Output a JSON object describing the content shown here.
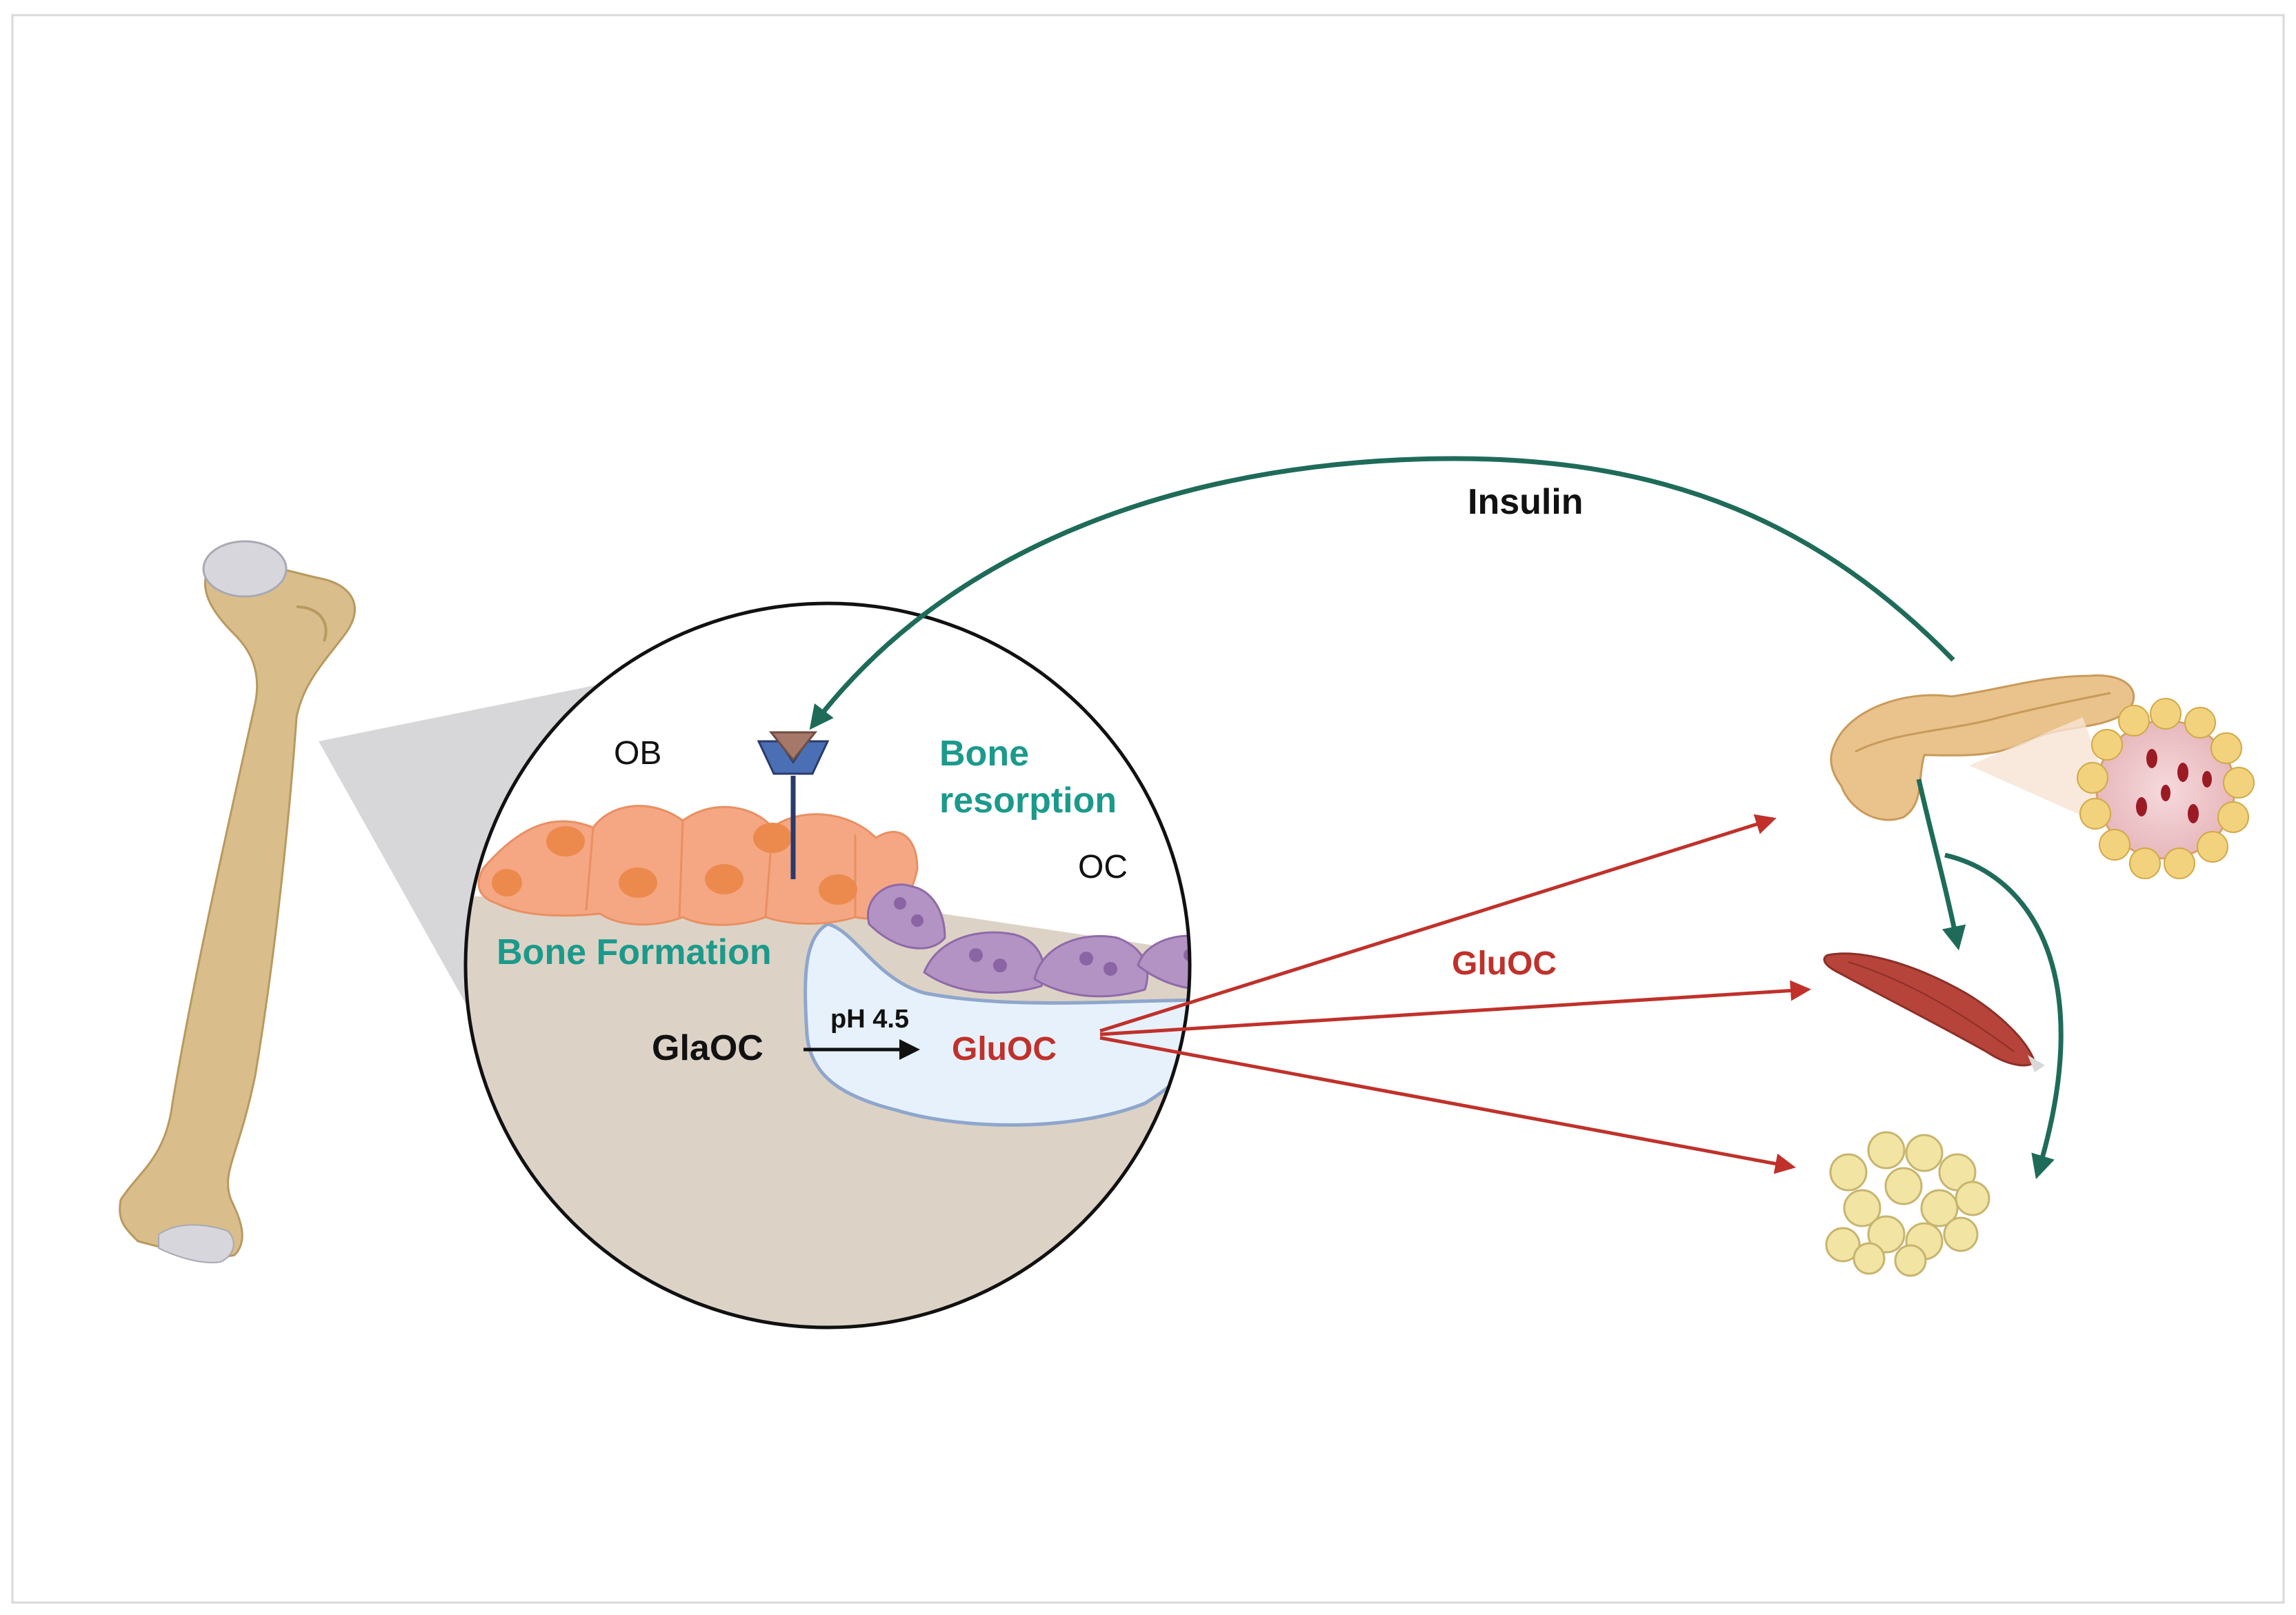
{
  "labels": {
    "ob": "OB",
    "oc": "OC",
    "bone_resorption_line1": "Bone",
    "bone_resorption_line2": "resorption",
    "bone_formation": "Bone Formation",
    "glaoc": "GlaOC",
    "ph": "pH 4.5",
    "gluoc_inner": "GluOC",
    "gluoc_outer": "GluOC",
    "insulin": "Insulin"
  },
  "colors": {
    "frame": "#d9d9d9",
    "bone_matrix": "#dcd3c6",
    "osteoblast": "#f4a782",
    "osteoblast_nucleus": "#ec8a4e",
    "osteoclast": "#b392c4",
    "osteoclast_nucleus": "#8a64a3",
    "resorption_pit": "#e6f1fb",
    "resorption_pit_border": "#8fa6cc",
    "receptor": "#4a6fb5",
    "ligand": "#a6786a",
    "femur": "#d9bd8b",
    "femur_cap": "#d6d6dc",
    "zoom_cone": "#d7d7da",
    "insulin_arrow": "#1f6b5a",
    "gluoc_arrow": "#c0312b",
    "teal_text": "#1b9a8b",
    "red_text": "#c0312b",
    "pancreas": "#e9c38b",
    "muscle": "#b6443a",
    "adipocyte": "#f2e4a3"
  },
  "icons": [
    "femur-icon",
    "receptor-icon",
    "pancreas-icon",
    "islet-icon",
    "muscle-icon",
    "adipose-icon"
  ]
}
